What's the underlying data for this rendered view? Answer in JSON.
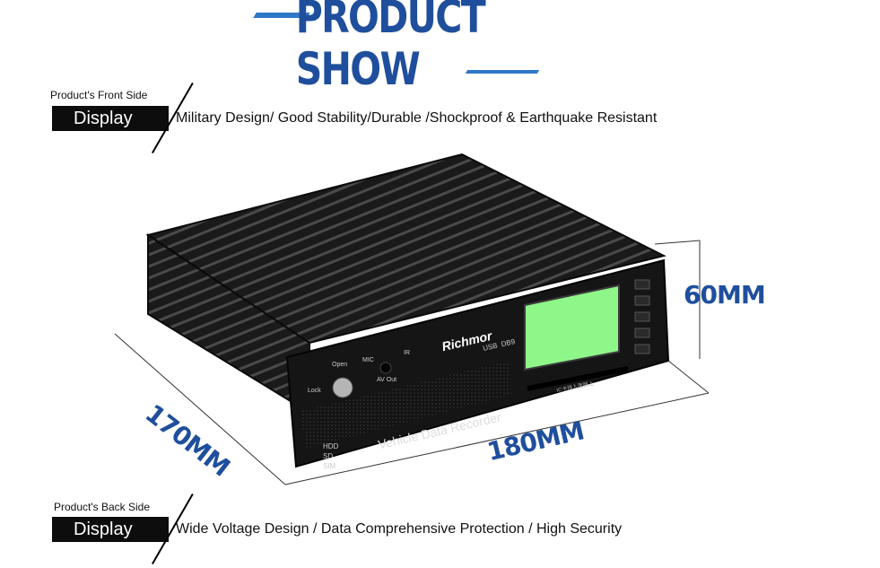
{
  "header": {
    "title": "PRODUCT SHOW",
    "accent_color": "#2f78c8",
    "title_color": "#1f4f9c"
  },
  "sections": [
    {
      "small_label": "Product's Front Side",
      "box_label": "Display",
      "description": "Military Design/ Good Stability/Durable /Shockproof & Earthquake Resistant"
    },
    {
      "small_label": "Product's Back Side",
      "box_label": "Display",
      "description": "Wide Voltage Design / Data Comprehensive Protection / High Security"
    }
  ],
  "dimensions": {
    "height": "60MM",
    "depth": "170MM",
    "width": "180MM"
  },
  "device": {
    "brand": "Richmor",
    "ports_top": "USB  DB9",
    "ir": "IR",
    "mic": "MIC",
    "open": "Open",
    "lock": "Lock",
    "av_out": "AV Out",
    "front_text": "Vehicle Data Recorder",
    "status": [
      "HDD",
      "SD",
      "SIM"
    ],
    "slot_label": "IC卡插入面朝上",
    "screen_color": "#8ff78a"
  }
}
